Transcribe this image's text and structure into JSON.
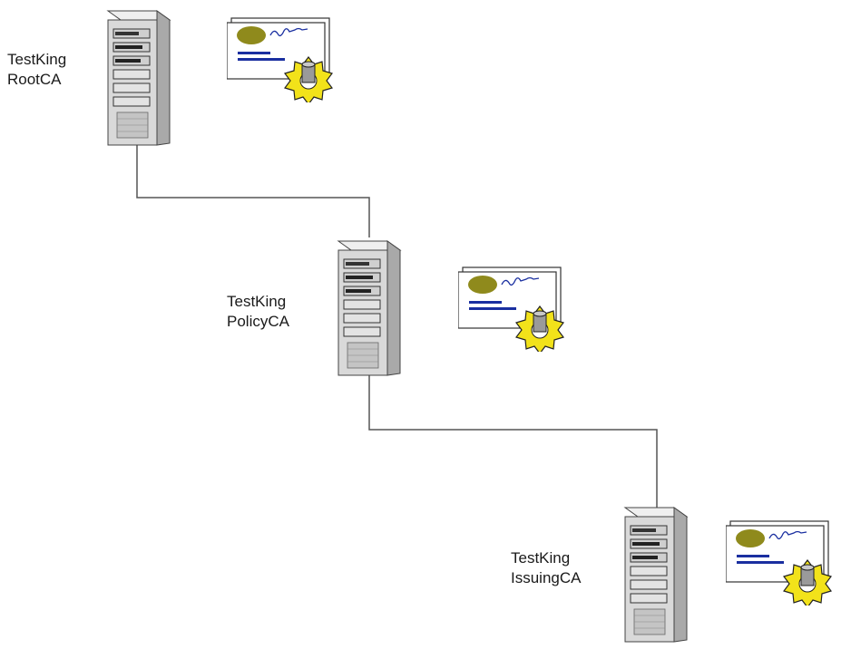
{
  "diagram": {
    "nodes": [
      {
        "id": "root",
        "label_line1": "TestKing",
        "label_line2": "RootCA",
        "icon": "server-icon",
        "badge": "certificate-icon"
      },
      {
        "id": "policy",
        "label_line1": "TestKing",
        "label_line2": "PolicyCA",
        "icon": "server-icon",
        "badge": "certificate-icon"
      },
      {
        "id": "issuing",
        "label_line1": "TestKing",
        "label_line2": "IssuingCA",
        "icon": "server-icon",
        "badge": "certificate-icon"
      }
    ],
    "edges": [
      {
        "from": "root",
        "to": "policy"
      },
      {
        "from": "policy",
        "to": "issuing"
      }
    ],
    "colors": {
      "line": "#555555",
      "tower": "#d8d8d8",
      "cert_seal": "#8f8a1c",
      "cert_lines": "#1a2fa0",
      "gear": "#f2e21a"
    }
  }
}
